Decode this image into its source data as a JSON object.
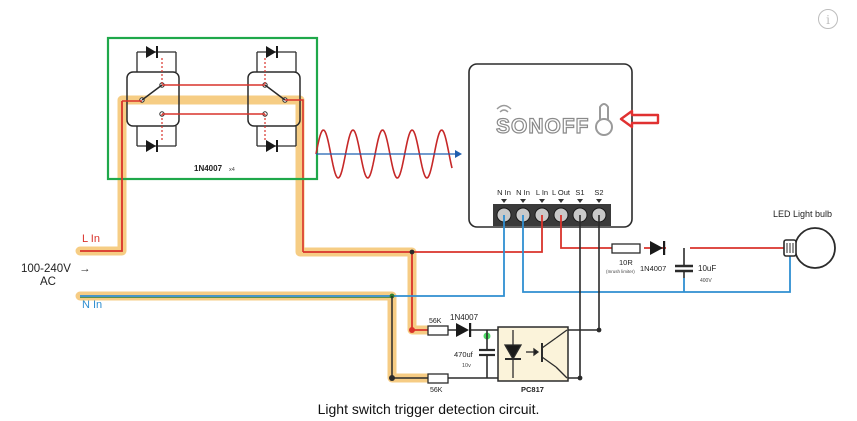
{
  "diagram": {
    "labels": {
      "l_in": "L In",
      "n_in": "N In",
      "ac_voltage": "100-240V",
      "ac": "AC",
      "arrow": "→",
      "diode_pack": "1N4007",
      "diode_pack_qty": "x4",
      "brand": "SONOFF",
      "terminals": [
        "N In",
        "N In",
        "L In",
        "L Out",
        "S1",
        "S2"
      ],
      "resistor_10r": "10R",
      "resistor_10r_note": "(Inrush limiter)",
      "diode_1n4007_top": "1N4007",
      "cap_10uf": "10uF",
      "cap_10uf_rating": "400V",
      "led_bulb": "LED Light bulb",
      "resistor_56k_top": "56K",
      "diode_1n4007_bottom": "1N4007",
      "cap_470uf": "470uf",
      "cap_470uf_rating": "10v",
      "resistor_56k_bottom": "56K",
      "optocoupler": "PC817"
    },
    "colors": {
      "line_wire": "#d9332b",
      "neutral_wire": "#2f8fd1",
      "highlight": "#f5c46f",
      "box_highlight": "#1fa84a",
      "pointer_arrow": "#e03131",
      "signal_wave": "#c62828",
      "dark_wire": "#2b2b2b"
    },
    "icons": {
      "info": "info-icon",
      "reset_button": "reset-button-icon",
      "pointer": "left-arrow-icon",
      "bulb": "light-bulb-icon"
    }
  },
  "caption": "Light switch trigger detection circuit.",
  "info_glyph": "i"
}
